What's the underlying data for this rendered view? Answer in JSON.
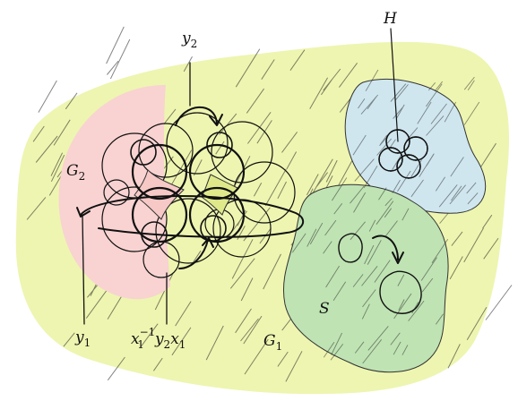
{
  "labels": {
    "H": "H",
    "y2_top": "y",
    "y2_top_sub": "2",
    "G2": "G",
    "G2_sub": "2",
    "y1": "y",
    "y1_sub": "1",
    "conj_x": "x",
    "conj_x_sub": "1",
    "conj_x_sup": "−1",
    "conj_y": "y",
    "conj_y_sub": "2",
    "conj_x2": "x",
    "conj_x2_sub": "1",
    "G1": "G",
    "G1_sub": "1",
    "S": "S"
  },
  "colors": {
    "background_region_G1": "#eef5b0",
    "region_G2": "#f8d3d1",
    "region_H": "#cfe6ef",
    "region_S": "#bfe3b3",
    "small_diamond": "#dfe98a",
    "ink": "#111111"
  }
}
